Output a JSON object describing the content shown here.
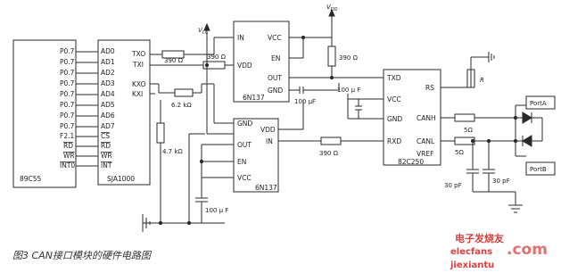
{
  "caption": "图3 CAN接口模块的硬件电路图",
  "watermark": {
    "line1": "电子发烧友",
    "line2": "elecfans",
    "line3": ".com",
    "line4": "jiexiantu",
    "brand_color": "#d94040"
  },
  "mcu": {
    "name": "89C55",
    "pins": [
      "P0.7",
      "P0.7",
      "P0.7",
      "P0.7",
      "P0.7",
      "P0.7",
      "P0.7",
      "P0.7",
      "F2.1",
      "RD",
      "WR",
      "INT0"
    ]
  },
  "sja": {
    "name": "SJA1000",
    "left_pins": [
      "AD0",
      "AD1",
      "AD2",
      "AD3",
      "AD4",
      "AD5",
      "AD6",
      "AD7",
      "CS",
      "RD",
      "WR",
      "INT"
    ],
    "right_pins": [
      "TXO",
      "TXI",
      "KXO",
      "KXI"
    ]
  },
  "opto_top": {
    "name": "6N137",
    "left_pins": [
      "IN",
      "VDD"
    ],
    "right_pins": [
      "VCC",
      "EN",
      "OUT",
      "GND"
    ]
  },
  "opto_bottom": {
    "name": "6N137",
    "left_pins": [
      "GND",
      "OUT",
      "EN",
      "VCC"
    ],
    "right_pins": [
      "VDD",
      "IN"
    ]
  },
  "transceiver": {
    "name": "82C250",
    "left_pins": [
      "TXD",
      "VCC",
      "GND",
      "RXD"
    ],
    "right_pins": [
      "RS",
      "CANH",
      "CANL",
      "VREF"
    ]
  },
  "supplies": {
    "vcc": "V",
    "vcc_sub": "CC",
    "vdd": "V",
    "vdd_sub": "DD"
  },
  "components": {
    "r_tx1": "390 Ω",
    "r_tx2": "390 Ω",
    "r_vdd": "390 Ω",
    "r_rx": "390 Ω",
    "r_62k": "6.2 kΩ",
    "r_47k": "4.7 kΩ",
    "c_top": "100 μF",
    "c_vcc": "100 μ F",
    "c_bottom": "100 μ F",
    "r_rs": "R",
    "r_canh": "5Ω",
    "r_canl": "5Ω",
    "c_30a": "30 pF",
    "c_30b": "30 pF"
  },
  "ports": {
    "a": "PortA",
    "b": "PortB"
  }
}
